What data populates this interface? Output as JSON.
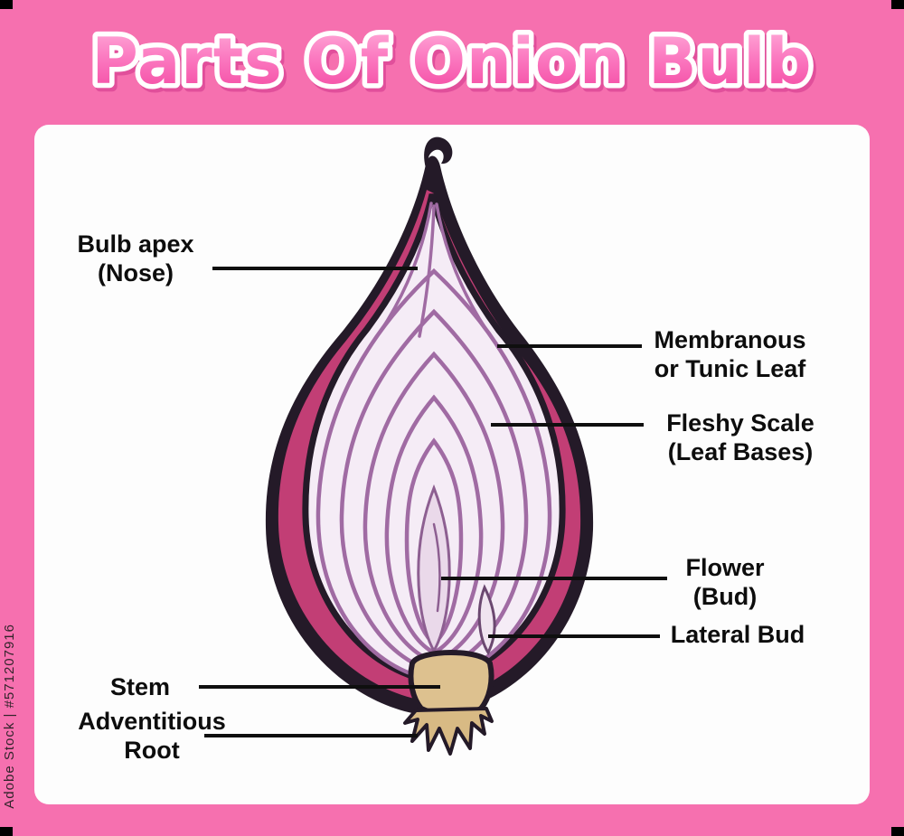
{
  "title": "Parts Of Onion Bulb",
  "watermark": {
    "text": "Adobe Stock | #571207916"
  },
  "colors": {
    "frame_pink": "#f670af",
    "title_pink": "#f859b1",
    "outline_dark": "#241a28",
    "outer_flesh": "#c23e75",
    "cut_face": "#f5ecf6",
    "layer_line": "#a06ba3",
    "stem_beige": "#ddc18f",
    "root_beige": "#d8ba84"
  },
  "labels": {
    "bulb_apex": {
      "line1": "Bulb apex",
      "line2": "(Nose)"
    },
    "membranous": {
      "line1": "Membranous",
      "line2": "or Tunic Leaf"
    },
    "fleshy_scale": {
      "line1": "Fleshy Scale",
      "line2": "(Leaf Bases)"
    },
    "flower": {
      "line1": "Flower",
      "line2": "(Bud)"
    },
    "lateral_bud": {
      "line1": "Lateral Bud"
    },
    "stem": {
      "line1": "Stem"
    },
    "adventitious_root": {
      "line1": "Adventitious",
      "line2": "Root"
    }
  }
}
